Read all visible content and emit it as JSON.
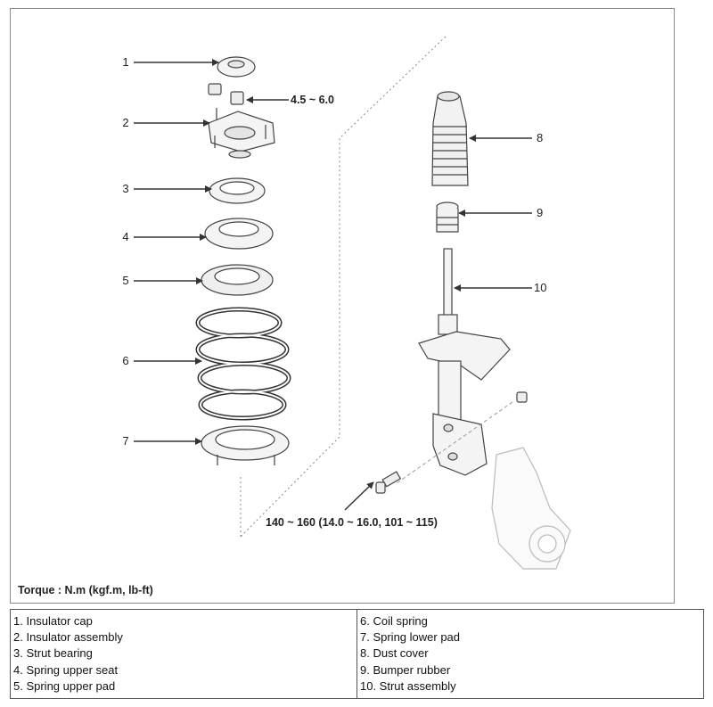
{
  "callouts": [
    "1",
    "2",
    "3",
    "4",
    "5",
    "6",
    "7",
    "8",
    "9",
    "10"
  ],
  "torques": {
    "insulator_nut": "4.5 ~ 6.0",
    "knuckle_bolt": "140 ~ 160 (14.0 ~ 16.0, 101 ~ 115)"
  },
  "torque_note": "Torque : N.m (kgf.m, lb-ft)",
  "legend": {
    "left": [
      "1. Insulator cap",
      "2. Insulator assembly",
      "3. Strut bearing",
      "4. Spring upper seat",
      "5. Spring upper pad"
    ],
    "right": [
      "6. Coil spring",
      "7. Spring lower pad",
      "8. Dust cover",
      "9. Bumper rubber",
      "10. Strut assembly"
    ]
  }
}
